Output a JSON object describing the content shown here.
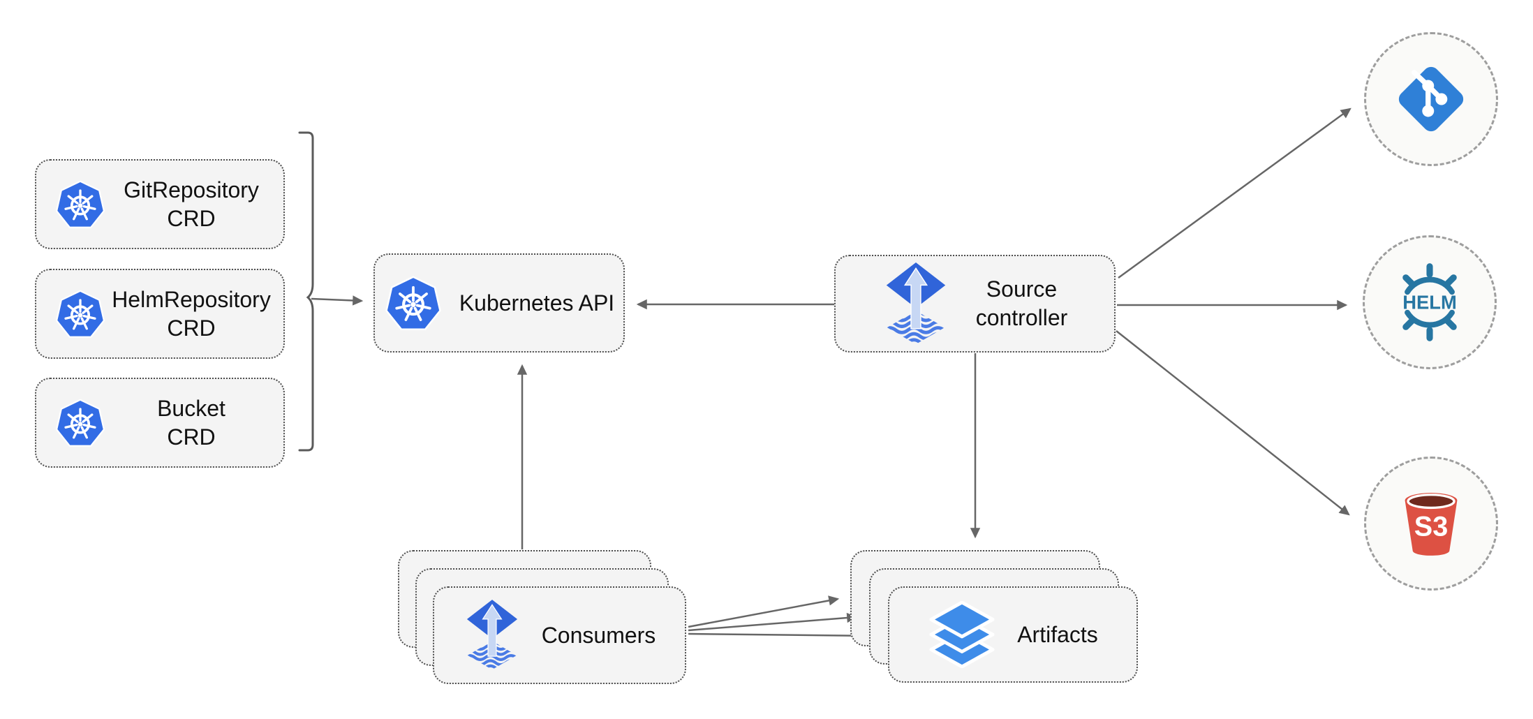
{
  "colors": {
    "k8s_blue": "#326CE5",
    "flux_blue": "#3064D9",
    "flux_arrow": "#C7D7F4",
    "flux_wave": "#4A7BE5",
    "layers_blue": "#3E8CE9",
    "git_blue": "#2F80D7",
    "helm_teal": "#2776A2",
    "s3_red": "#DD5143",
    "s3_dark": "#6F291D",
    "node_fill": "#F4F4F4",
    "node_border": "#4D4D4D",
    "circle_fill": "#FAFAF8",
    "circle_border": "#9E9E9E",
    "connector": "#666666",
    "text": "#111111"
  },
  "nodes": {
    "git_repository_crd": {
      "line1": "GitRepository",
      "line2": "CRD"
    },
    "helm_repository_crd": {
      "line1": "HelmRepository",
      "line2": "CRD"
    },
    "bucket_crd": {
      "line1": "Bucket",
      "line2": "CRD"
    },
    "kubernetes_api": {
      "label": "Kubernetes API"
    },
    "source_controller": {
      "line1": "Source",
      "line2": "controller"
    },
    "consumers": {
      "label": "Consumers"
    },
    "artifacts": {
      "label": "Artifacts"
    }
  },
  "external": {
    "helm_label": "HELM",
    "s3_label": "S3"
  }
}
